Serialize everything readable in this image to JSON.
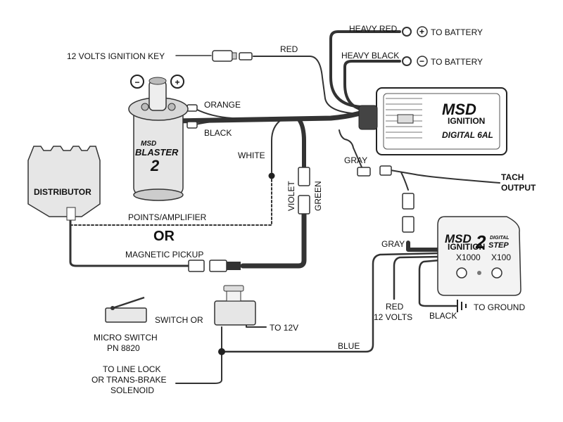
{
  "labels": {
    "heavy_red": "HEAVY RED",
    "to_battery_pos": "TO BATTERY",
    "heavy_black": "HEAVY BLACK",
    "to_battery_neg": "TO BATTERY",
    "red": "RED",
    "ignition_key": "12 VOLTS IGNITION KEY",
    "orange": "ORANGE",
    "black": "BLACK",
    "white": "WHITE",
    "distributor": "DISTRIBUTOR",
    "violet": "VIOLET",
    "green": "GREEN",
    "gray_top": "GRAY",
    "tach_output_1": "TACH",
    "tach_output_2": "OUTPUT",
    "points_amplifier": "POINTS/AMPLIFIER",
    "or_big": "OR",
    "magnetic_pickup": "MAGNETIC PICKUP",
    "gray_bottom": "GRAY",
    "switch_or": "SWITCH OR",
    "to_12v": "TO 12V",
    "micro_switch_1": "MICRO SWITCH",
    "micro_switch_2": "PN 8820",
    "red_12v_1": "RED",
    "red_12v_2": "12 VOLTS",
    "black_ground": "BLACK",
    "to_ground": "TO GROUND",
    "blue": "BLUE",
    "line_lock_1": "TO LINE LOCK",
    "line_lock_2": "OR TRANS-BRAKE",
    "line_lock_3": "SOLENOID"
  },
  "symbols": {
    "plus": "+",
    "minus": "−"
  },
  "coil": {
    "brand_line_1": "MSD",
    "brand_line_2": "BLASTER",
    "brand_line_3": "2"
  },
  "ignition_box": {
    "brand": "MSD",
    "sub_brand": "IGNITION",
    "model": "DIGITAL 6AL"
  },
  "step_module": {
    "brand": "MSD",
    "sub_brand": "IGNITION",
    "model_num": "2",
    "model_word_1": "DIGITAL",
    "model_word_2": "STEP",
    "dial_left": "X1000",
    "dial_right": "X100"
  }
}
